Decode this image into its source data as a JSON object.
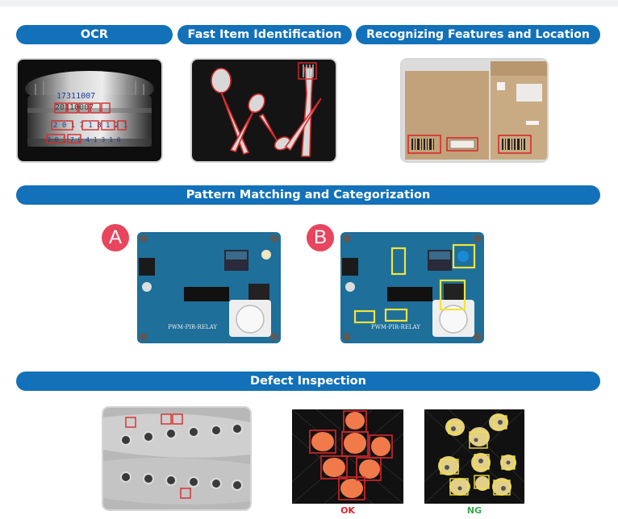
{
  "colors": {
    "pill": "#1271b8",
    "accent_red": "#d62b2b",
    "ok_red": "#d9262c",
    "ng_green": "#3aa84f",
    "marker": "#e8455e",
    "highlight_yellow": "#f2e33a"
  },
  "sections": {
    "ocr": {
      "label": "OCR"
    },
    "fast_id": {
      "label": "Fast Item Identification"
    },
    "features": {
      "label": "Recognizing Features and Location"
    },
    "pattern": {
      "label": "Pattern Matching and Categorization"
    },
    "defect": {
      "label": "Defect Inspection"
    }
  },
  "ocr_image": {
    "line1": "17311007",
    "line2": "20110007",
    "line3": "2 0 1 7  1 8  1 2  1",
    "line4": "2 0 1 7  0 4  1 3  1 0"
  },
  "boards": {
    "a": {
      "marker": "A",
      "silk": "PWM-PIR-RELAY"
    },
    "b": {
      "marker": "B",
      "silk": "PWM-PIR-RELAY"
    }
  },
  "defect_captions": {
    "ok": "OK",
    "ng": "NG"
  }
}
